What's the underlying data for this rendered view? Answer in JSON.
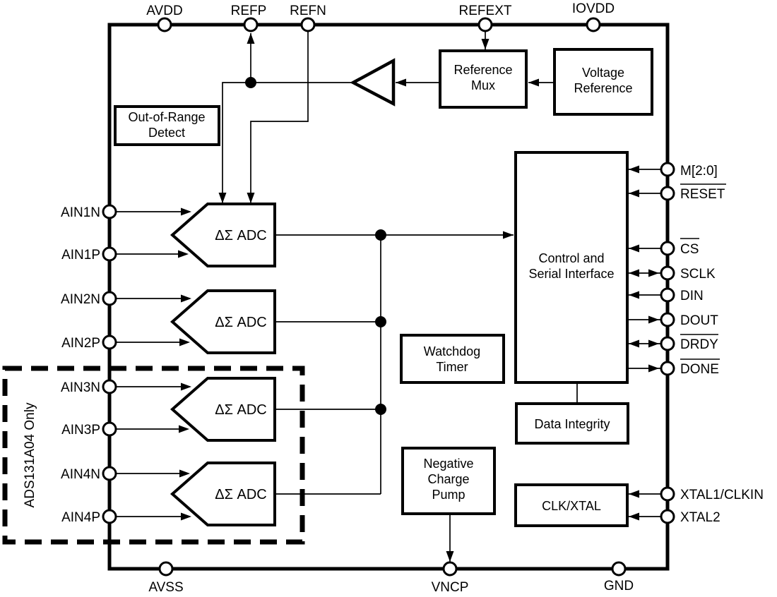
{
  "colors": {
    "background": "#ffffff",
    "ink": "#000000"
  },
  "pins": {
    "top": [
      {
        "label": "AVDD"
      },
      {
        "label": "REFP"
      },
      {
        "label": "REFN"
      },
      {
        "label": "REFEXT"
      },
      {
        "label": "IOVDD"
      }
    ],
    "bottom": [
      {
        "label": "AVSS"
      },
      {
        "label": "VNCP"
      },
      {
        "label": "GND"
      }
    ],
    "left": [
      {
        "label": "AIN1N"
      },
      {
        "label": "AIN1P"
      },
      {
        "label": "AIN2N"
      },
      {
        "label": "AIN2P"
      },
      {
        "label": "AIN3N"
      },
      {
        "label": "AIN3P"
      },
      {
        "label": "AIN4N"
      },
      {
        "label": "AIN4P"
      }
    ],
    "right": [
      {
        "label": "M[2:0]",
        "overline": false
      },
      {
        "label": "RESET",
        "overline": true
      },
      {
        "label": "CS",
        "overline": true
      },
      {
        "label": "SCLK",
        "overline": false
      },
      {
        "label": "DIN",
        "overline": false
      },
      {
        "label": "DOUT",
        "overline": false
      },
      {
        "label": "DRDY",
        "overline": true
      },
      {
        "label": "DONE",
        "overline": true
      },
      {
        "label": "XTAL1/CLKIN",
        "overline": false
      },
      {
        "label": "XTAL2",
        "overline": false
      }
    ]
  },
  "blocks": {
    "out_of_range_detect": {
      "lines": [
        "Out-of-Range",
        "Detect"
      ]
    },
    "reference_mux": {
      "lines": [
        "Reference",
        "Mux"
      ]
    },
    "voltage_reference": {
      "lines": [
        "Voltage",
        "Reference"
      ]
    },
    "control_serial": {
      "lines": [
        "Control and",
        "Serial Interface"
      ]
    },
    "watchdog_timer": {
      "lines": [
        "Watchdog",
        "Timer"
      ]
    },
    "data_integrity": {
      "lines": [
        "Data Integrity"
      ]
    },
    "negative_charge_pump": {
      "lines": [
        "Negative",
        "Charge",
        "Pump"
      ]
    },
    "clk_xtal": {
      "lines": [
        "CLK/XTAL"
      ]
    },
    "adc": {
      "label": "ΔΣ ADC"
    }
  },
  "annotations": {
    "dashed_region_label": "ADS131A04 Only"
  }
}
